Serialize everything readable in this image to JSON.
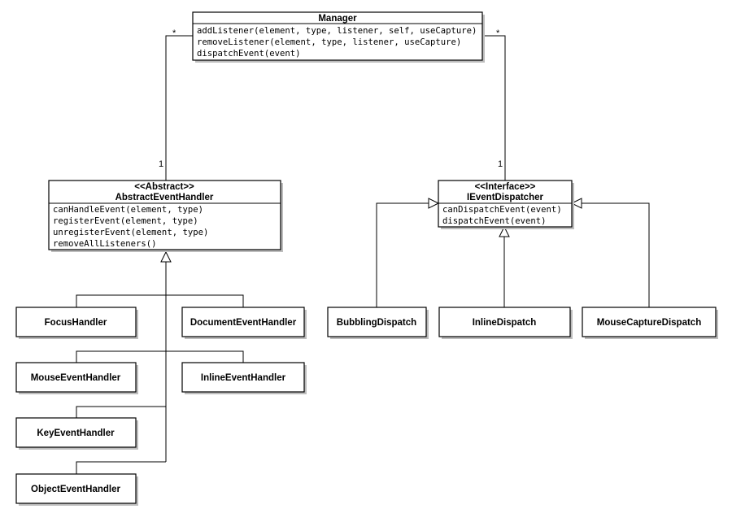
{
  "manager": {
    "name": "Manager",
    "methods": [
      "addListener(element, type, listener, self, useCapture)",
      "removeListener(element, type, listener, useCapture)",
      "dispatchEvent(event)"
    ]
  },
  "abstract_handler": {
    "stereotype": "<<Abstract>>",
    "name": "AbstractEventHandler",
    "methods": [
      "canHandleEvent(element, type)",
      "registerEvent(element, type)",
      "unregisterEvent(element, type)",
      "removeAllListeners()"
    ]
  },
  "dispatcher": {
    "stereotype": "<<Interface>>",
    "name": "IEventDispatcher",
    "methods": [
      "canDispatchEvent(event)",
      "dispatchEvent(event)"
    ]
  },
  "handlers": {
    "focus": "FocusHandler",
    "document": "DocumentEventHandler",
    "mouse": "MouseEventHandler",
    "inline": "InlineEventHandler",
    "key": "KeyEventHandler",
    "object": "ObjectEventHandler"
  },
  "dispatchers": {
    "bubbling": "BubblingDispatch",
    "inline": "InlineDispatch",
    "mouse_capture": "MouseCaptureDispatch"
  },
  "multiplicity": {
    "left_many": "*",
    "left_one": "1",
    "right_many": "*",
    "right_one": "1"
  }
}
